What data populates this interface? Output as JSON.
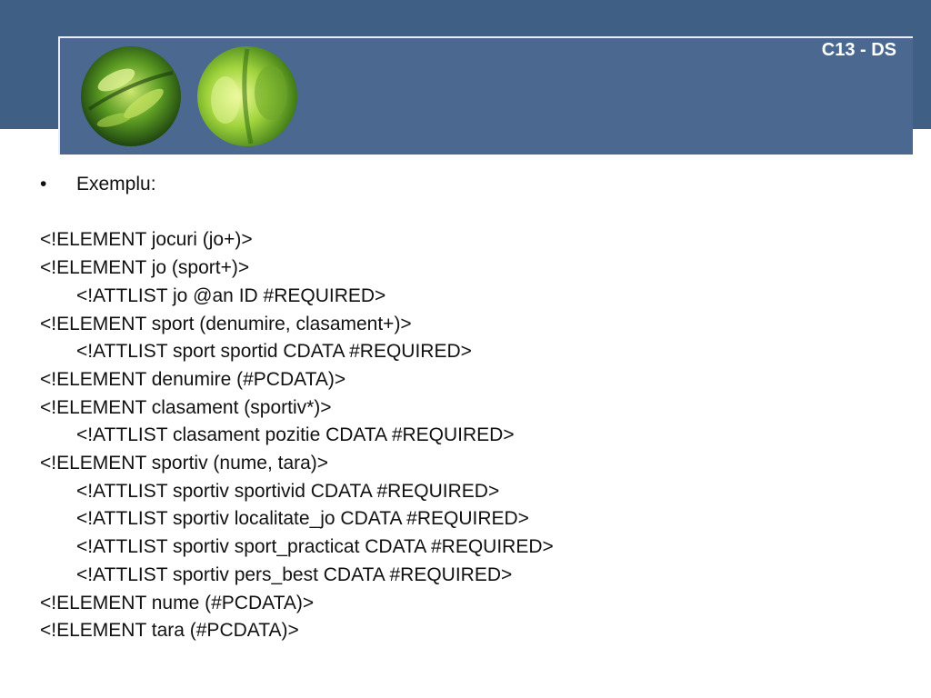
{
  "slide": {
    "code": "C13 - DS",
    "bullet": "Exemplu:",
    "dtd_lines": [
      {
        "text": "<!ELEMENT jocuri (jo+)>",
        "indent": false
      },
      {
        "text": "<!ELEMENT jo (sport+)>",
        "indent": false
      },
      {
        "text": "<!ATTLIST jo @an ID #REQUIRED>",
        "indent": true
      },
      {
        "text": "<!ELEMENT sport (denumire, clasament+)>",
        "indent": false
      },
      {
        "text": "<!ATTLIST sport sportid CDATA #REQUIRED>",
        "indent": true
      },
      {
        "text": "<!ELEMENT denumire (#PCDATA)>",
        "indent": false
      },
      {
        "text": "<!ELEMENT clasament (sportiv*)>",
        "indent": false
      },
      {
        "text": "<!ATTLIST clasament pozitie CDATA #REQUIRED>",
        "indent": true
      },
      {
        "text": "<!ELEMENT sportiv (nume, tara)>",
        "indent": false
      },
      {
        "text": "<!ATTLIST sportiv sportivid CDATA #REQUIRED>",
        "indent": true
      },
      {
        "text": "<!ATTLIST sportiv localitate_jo CDATA #REQUIRED>",
        "indent": true
      },
      {
        "text": "<!ATTLIST sportiv sport_practicat CDATA #REQUIRED>",
        "indent": true
      },
      {
        "text": "<!ATTLIST sportiv pers_best CDATA #REQUIRED>",
        "indent": true
      },
      {
        "text": "<!ELEMENT nume (#PCDATA)>",
        "indent": false
      },
      {
        "text": "<!ELEMENT tara (#PCDATA)>",
        "indent": false
      }
    ]
  },
  "colors": {
    "header": "#3f5f84",
    "panel": "#4a6890",
    "leaf": "#8cc63f"
  },
  "images": [
    "leaf-image",
    "leaf-image"
  ]
}
